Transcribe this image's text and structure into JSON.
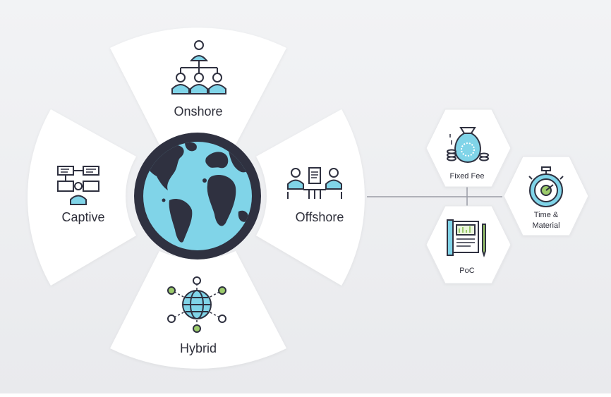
{
  "models": {
    "onshore": "Onshore",
    "captive": "Captive",
    "offshore": "Offshore",
    "hybrid": "Hybrid"
  },
  "pricing": {
    "fixed_fee": "Fixed Fee",
    "time_material_1": "Time &",
    "time_material_2": "Material",
    "poc": "PoC"
  },
  "icons": {
    "onshore": "org-chart-icon",
    "captive": "flowchart-team-icon",
    "offshore": "meeting-team-icon",
    "hybrid": "network-globe-icon",
    "fixed_fee": "money-bag-icon",
    "time_material": "stopwatch-icon",
    "poc": "blueprint-chart-icon"
  },
  "colors": {
    "accent_blue": "#7fd1e6",
    "outline": "#2f3140",
    "accent_green": "#9ccb6b",
    "petal": "#ffffff"
  }
}
